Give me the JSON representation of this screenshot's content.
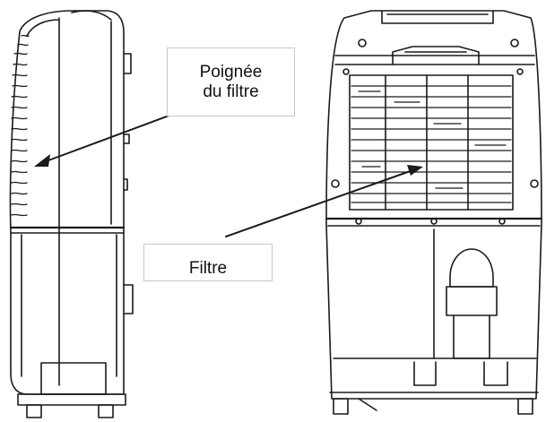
{
  "labels": {
    "handle": {
      "line1": "Poignée",
      "line2": "du filtre"
    },
    "filter": "Filtre"
  },
  "colors": {
    "line": "#1a1a1a",
    "background": "#ffffff",
    "callout_border": "#c8c8c8"
  }
}
